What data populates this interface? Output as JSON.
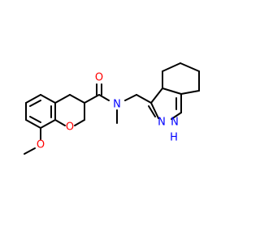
{
  "molecule": {
    "colors": {
      "bond": "#000000",
      "carbon": "#000000",
      "oxygen": "#ff0000",
      "nitrogen": "#0000ff"
    },
    "atom_labels": {
      "carbonyl_oxygen": "O",
      "amide_nitrogen": "N",
      "ring_oxygen": "O",
      "methoxy_oxygen": "O",
      "pyrazole_n2": "N",
      "pyrazole_n1h": "N",
      "pyrazole_n1h_h": "H"
    }
  }
}
